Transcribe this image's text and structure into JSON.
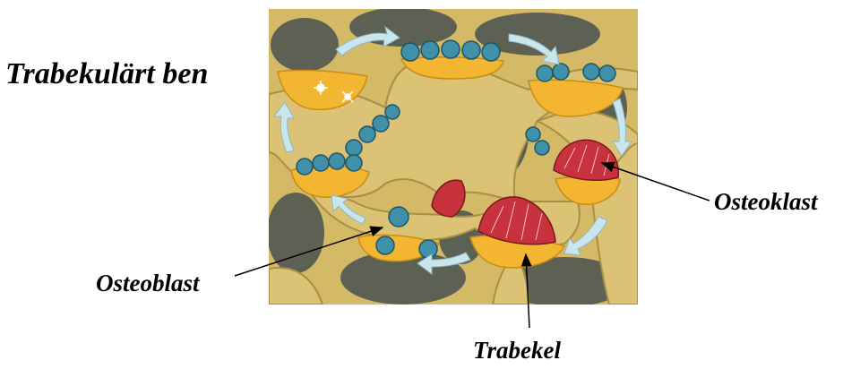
{
  "title": "Trabekulärt ben",
  "labels": {
    "osteoklast": "Osteoklast",
    "osteoblast": "Osteoblast",
    "trabekel": "Trabekel"
  },
  "colors": {
    "bone": "#d9bf6e",
    "bone_shade": "#a88f44",
    "marrow_space": "#5a5f52",
    "osteoid": "#f2b42e",
    "osteoblast_cell": "#3d8fa6",
    "osteoclast_cell": "#c8303a",
    "cycle_arrow": "#c9e6ef"
  }
}
